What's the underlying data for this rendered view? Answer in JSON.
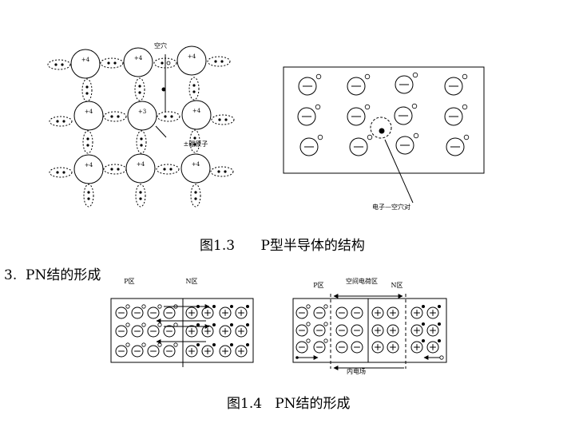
{
  "lattice": {
    "hole_label": "空穴",
    "acceptor_label": "±硼原子",
    "atoms": [
      "+4",
      "+4",
      "+4",
      "+4",
      "+3",
      "+4",
      "+4",
      "+4",
      "+4"
    ]
  },
  "p_region_box": {
    "callout_label": "电子—空穴对"
  },
  "figure_1_3": {
    "caption": "图1.3      P型半导体的结构"
  },
  "section": {
    "heading": "3.  PN结的形成"
  },
  "pn_before": {
    "p_label": "P区",
    "n_label": "N区"
  },
  "pn_after": {
    "p_label": "P区",
    "n_label": "N区",
    "space_charge_label": "空间电荷区",
    "field_label": "内电场"
  },
  "figure_1_4": {
    "caption": "图1.4   PN结的形成"
  }
}
